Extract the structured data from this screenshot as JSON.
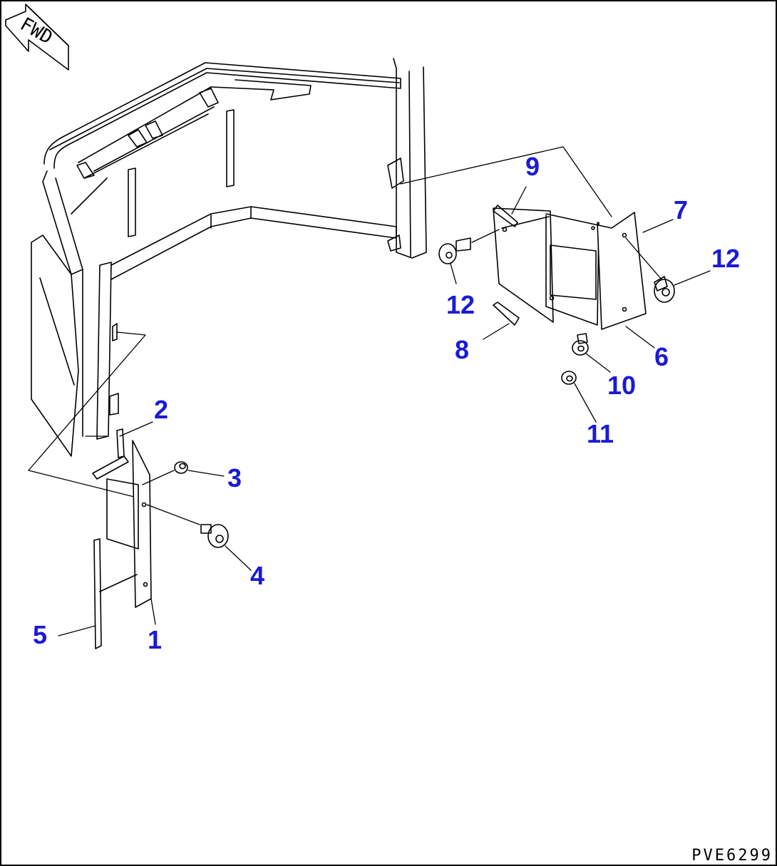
{
  "orientation": {
    "arrow_label": "FWD"
  },
  "drawing_code": "PVE6299",
  "callouts": {
    "c1": "1",
    "c2": "2",
    "c3": "3",
    "c4": "4",
    "c5": "5",
    "c6": "6",
    "c7": "7",
    "c8": "8",
    "c9": "9",
    "c10": "10",
    "c11": "11",
    "c12a": "12",
    "c12b": "12"
  },
  "colors": {
    "callout": "#1a1ad6",
    "lines": "#000000",
    "background": "#ffffff"
  }
}
